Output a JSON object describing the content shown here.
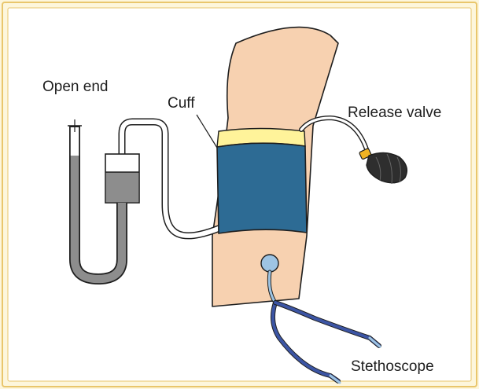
{
  "labels": {
    "open_end": "Open end",
    "cuff": "Cuff",
    "release_valve": "Release valve",
    "stethoscope": "Stethoscope"
  },
  "colors": {
    "background": "#fdf6dc",
    "frame_border": "#e9c66c",
    "panel": "#ffffff",
    "skin": "#f7d1b0",
    "cuff": "#2d6b94",
    "cuff_band": "#fff39a",
    "fluid": "#8d8d8d",
    "bulb": "#2e2e2e",
    "valve": "#f0b323",
    "stethoscope_tube": "#3c55a4",
    "stethoscope_light": "#9ec4e3"
  }
}
